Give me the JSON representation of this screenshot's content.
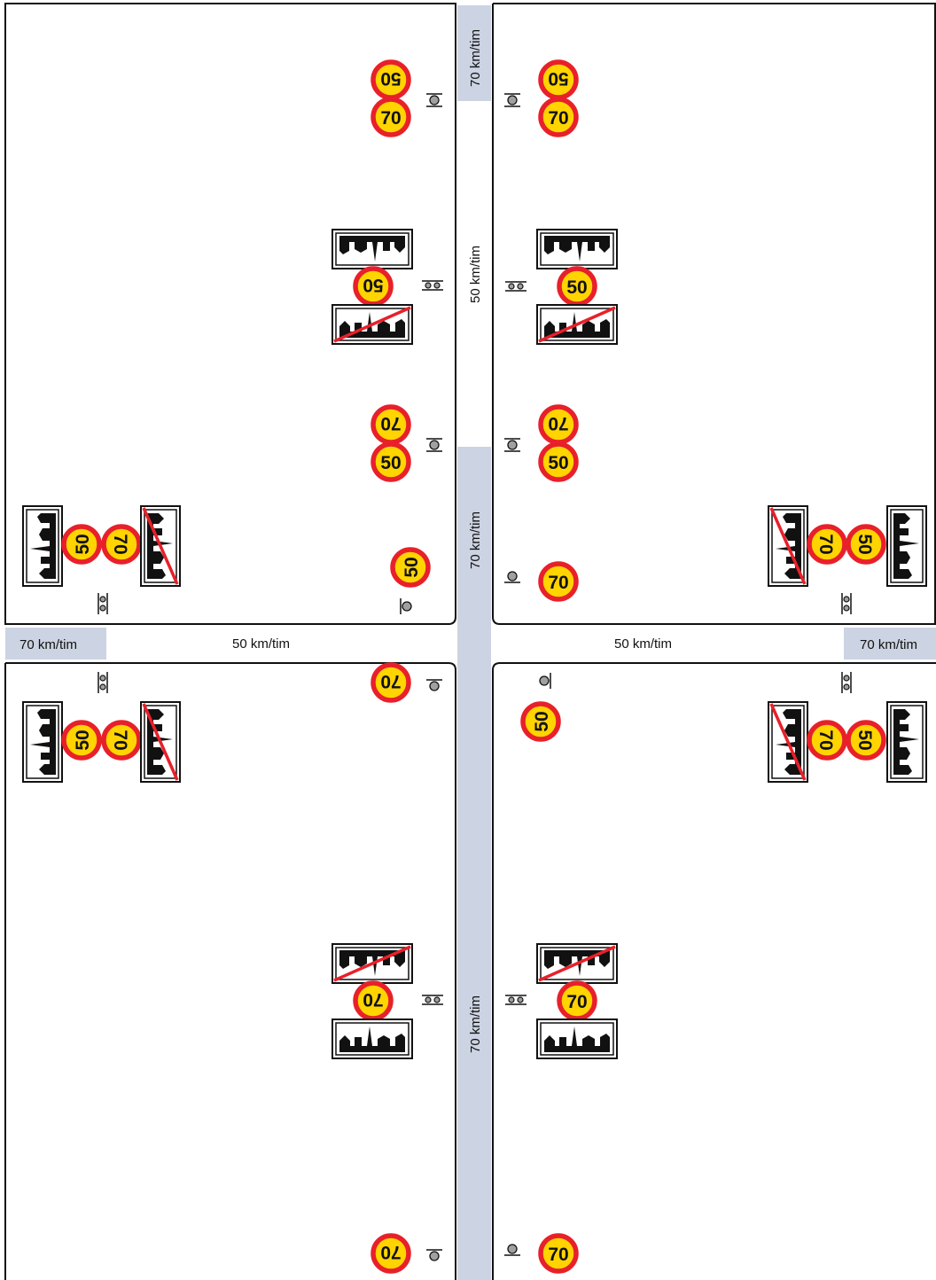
{
  "colors": {
    "background": "#ffffff",
    "zone_70": "#ccd3e2",
    "curb": "#111111",
    "sign_ring": "#e8202a",
    "sign_fill": "#ffd400",
    "sign_text": "#111111",
    "cancel_stroke": "#e8202a",
    "post_grey": "#a0a0a0"
  },
  "zones": {
    "vertical_top": "70 km/tim",
    "vertical_upper": "50 km/tim",
    "vertical_lower": "70 km/tim",
    "vertical_bottom": "70 km/tim",
    "horizontal_left_70": "70 km/tim",
    "horizontal_left_50": "50 km/tim",
    "horizontal_right_50": "50 km/tim",
    "horizontal_right_70": "70 km/tim"
  },
  "signs": {
    "speed_50": "50",
    "speed_70": "70"
  },
  "icons": {
    "town_start": "town-start-sign-icon",
    "town_end": "town-end-sign-icon",
    "post": "sign-post-icon",
    "double_post": "double-post-icon"
  }
}
